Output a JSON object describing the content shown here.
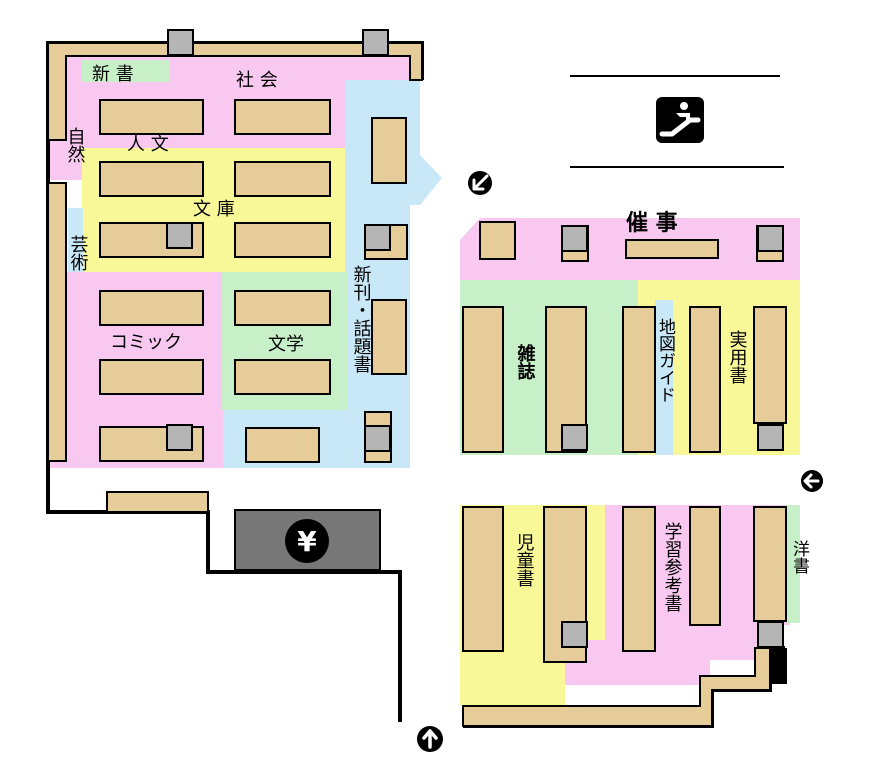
{
  "map": {
    "sections": {
      "shinsho": "新 書",
      "shakai": "社 会",
      "shizen": "自然",
      "jinbun": "人 文",
      "bunko": "文 庫",
      "geijutsu": "芸術",
      "comic": "コミック",
      "bungaku": "文学",
      "shinkan_wadai": "新刊・話題書",
      "saiji": "催 事",
      "zasshi": "雑誌",
      "chizu_guide": "地図ガイド",
      "jitsuyou": "実用書",
      "jidou": "児童書",
      "gakushu_sankousho": "学習参考書",
      "yousho": "洋書"
    },
    "icons": {
      "escalator": "escalator-icon",
      "cashier": "yen-register-icon",
      "exit_down_left": "arrow-down-left-icon",
      "exit_left": "arrow-left-icon",
      "exit_up": "arrow-up-icon"
    },
    "cashier_symbol": "¥"
  }
}
